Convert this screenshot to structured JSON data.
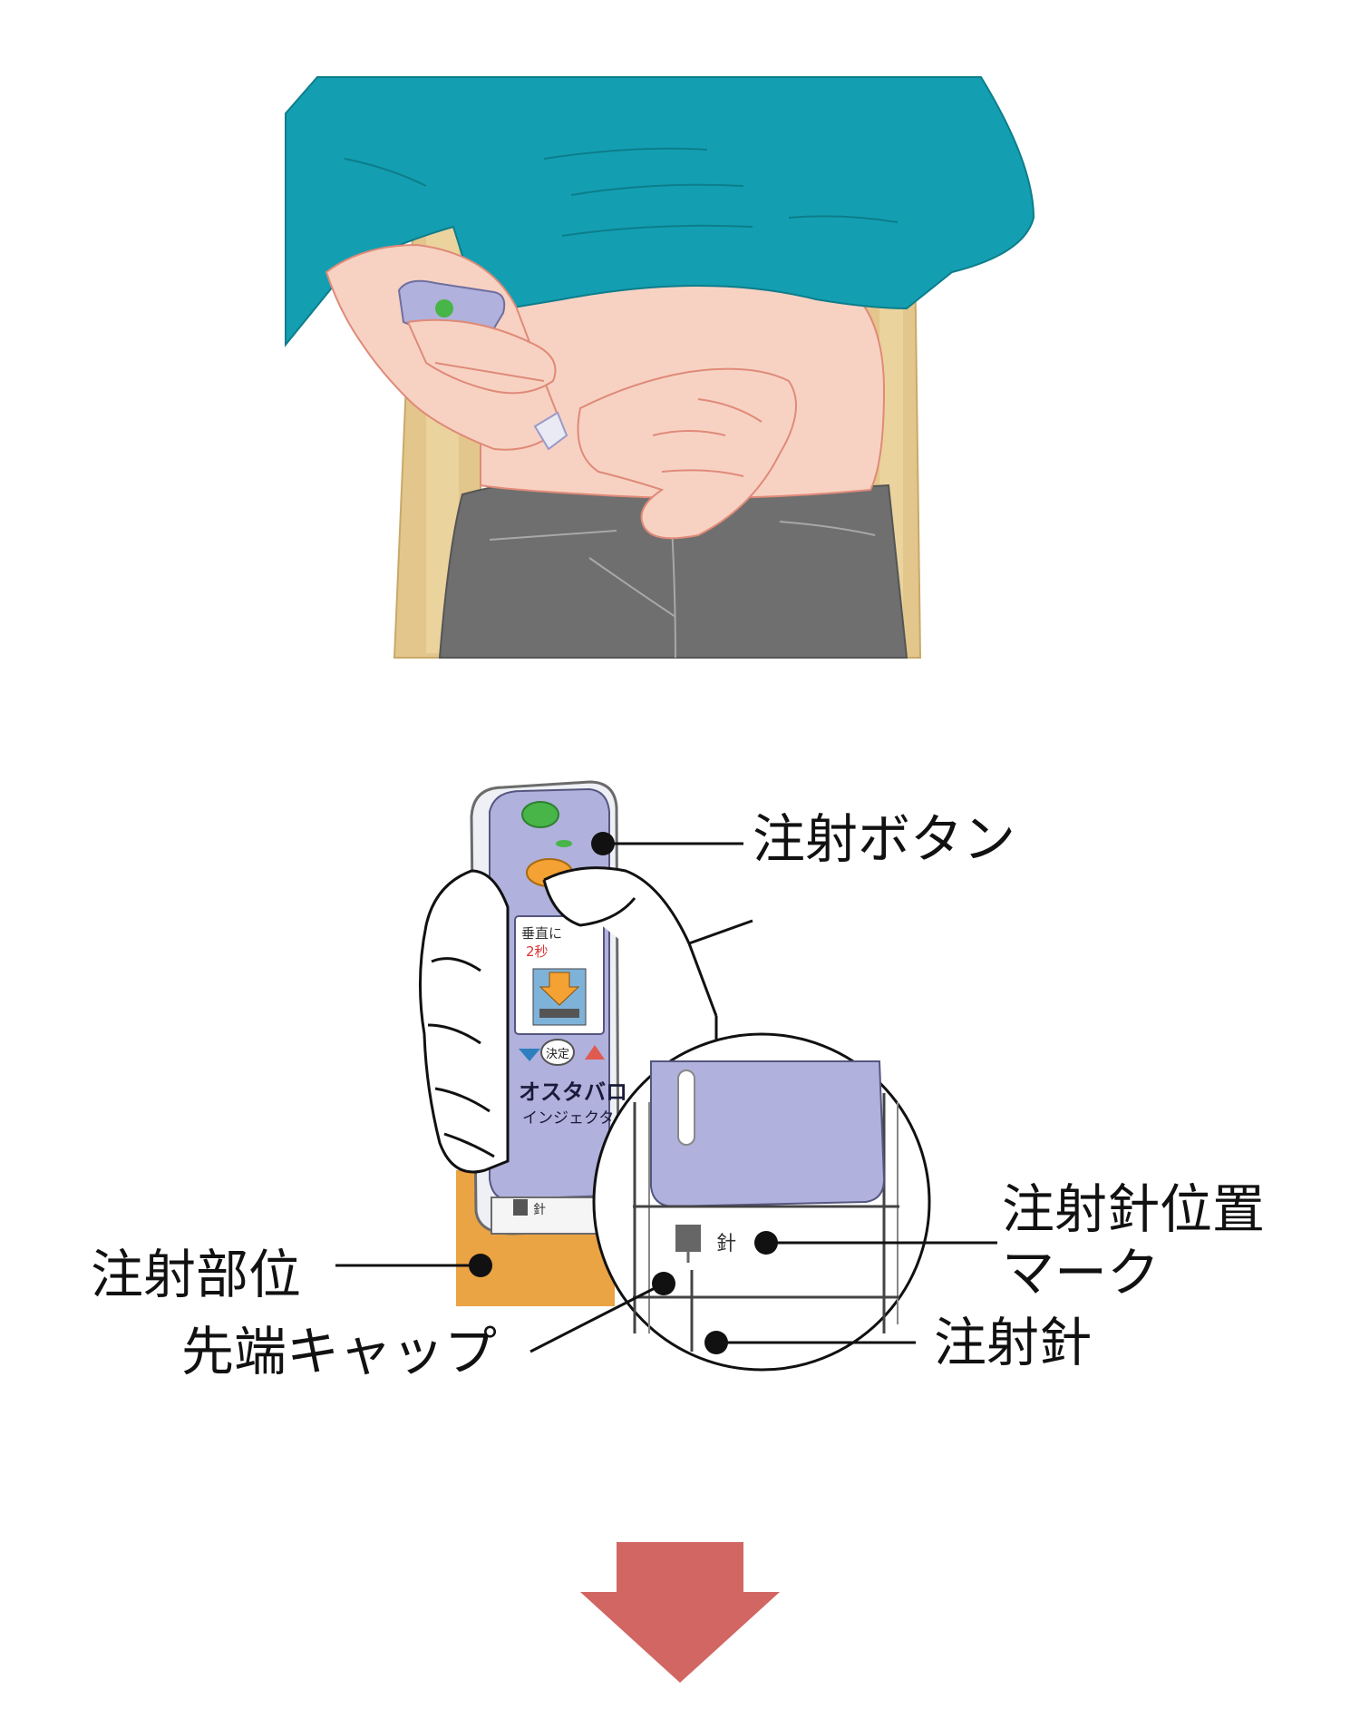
{
  "labels": {
    "injection_button": "注射ボタン",
    "injection_site": "注射部位",
    "tip_cap": "先端キャップ",
    "needle_mark_line1": "注射針位置",
    "needle_mark_line2": "マーク",
    "needle": "注射針"
  },
  "device": {
    "brand": "オスタバロ",
    "brand_suffix": "インジェクター",
    "confirm_key": "決定",
    "needle_mark_text": "針",
    "screen_line1": "垂直に",
    "screen_line2": "2秒"
  },
  "colors": {
    "shirt": "#139fb1",
    "skin": "#f7d2c3",
    "pants": "#6f6f6f",
    "chair": "#e3c68b",
    "device_body": "#b0b1dc",
    "injection_site": "#eba444",
    "button_green": "#47b548",
    "arrow": "#d26662"
  },
  "icons": [
    "down-arrow-icon",
    "needle-mark-icon"
  ]
}
